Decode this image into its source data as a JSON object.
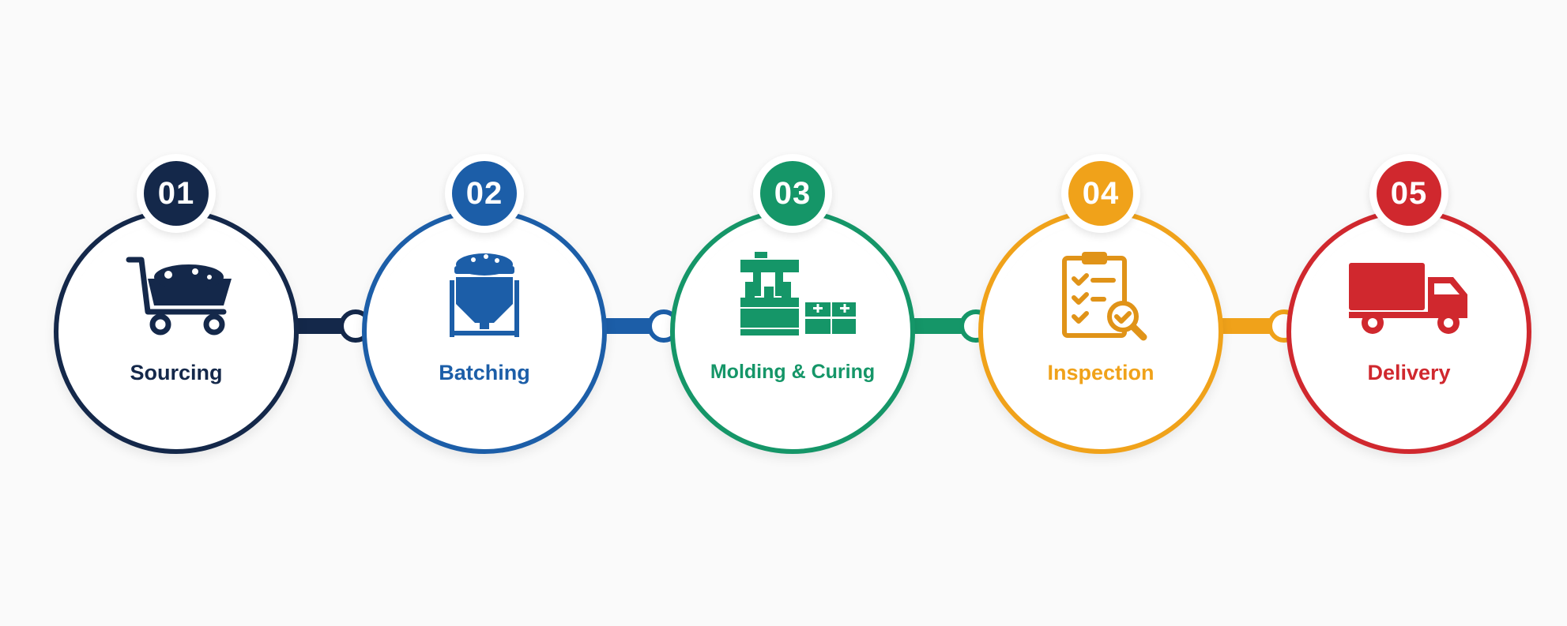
{
  "steps": [
    {
      "number": "01",
      "label": "Sourcing",
      "color": "#14284a",
      "icon": "cart-icon"
    },
    {
      "number": "02",
      "label": "Batching",
      "color": "#1c5ea8",
      "icon": "hopper-icon"
    },
    {
      "number": "03",
      "label": "Molding & Curing",
      "color": "#159668",
      "icon": "molding-press-icon"
    },
    {
      "number": "04",
      "label": "Inspection",
      "color": "#f0a21a",
      "icon": "clipboard-inspection-icon"
    },
    {
      "number": "05",
      "label": "Delivery",
      "color": "#d0282e",
      "icon": "truck-icon"
    }
  ]
}
